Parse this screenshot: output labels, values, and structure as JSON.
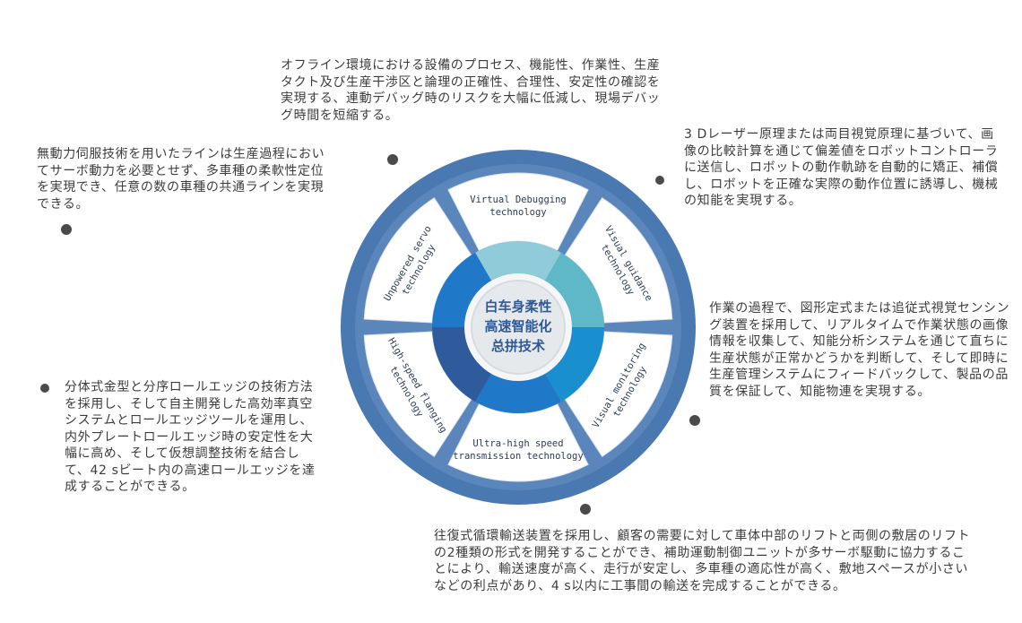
{
  "diagram": {
    "center_lines": [
      "白车身柔性",
      "高速智能化",
      "总拼技术"
    ],
    "segments": [
      {
        "id": "virtual-debugging",
        "lines": [
          "Virtual Debugging",
          "technology"
        ]
      },
      {
        "id": "visual-guidance",
        "lines": [
          "Visual guidance",
          "technology"
        ]
      },
      {
        "id": "visual-monitoring",
        "lines": [
          "Visual monitoring",
          "technology"
        ]
      },
      {
        "id": "ultra-high-speed",
        "lines": [
          "Ultra-high speed",
          "transmission technology"
        ]
      },
      {
        "id": "high-speed-flanging",
        "lines": [
          "High-speed flanging",
          "technology"
        ]
      },
      {
        "id": "unpowered-servo",
        "lines": [
          "Unpowered servo",
          "technology"
        ]
      }
    ],
    "colors": {
      "outer_ring": "#4a78b0",
      "panel_fill": "#ffffff",
      "light_teal": "#8fcbd8",
      "teal": "#5fb8c8",
      "cyan": "#1a8fd0",
      "blue": "#1f78c8",
      "dark_blue": "#2f5a9c",
      "core_outer": "#e9ecef",
      "core_text": "#2f5a96"
    }
  },
  "descriptions": {
    "top": "オフライン環境における設備のプロセス、機能性、作業性、生産タクト及び生産干渉区と論理の正確性、合理性、安定性の確認を実現する、連動デバッグ時のリスクを大幅に低減し、現場デバッグ時間を短縮する。",
    "left_top": "無動力伺服技術を用いたラインは生産過程においてサーボ動力を必要とせず、多車種の柔軟性定位を実現でき、任意の数の車種の共通ラインを実現できる。",
    "right_top": "3 Dレーザー原理または両目視覚原理に基づいて、画像の比較計算を通じて偏差値をロボットコントローラに送信し、ロボットの動作軌跡を自動的に矯正、補償し、ロボットを正確な実際の動作位置に誘導し、機械の知能を実現する。",
    "right_mid": "作業の過程で、図形定式または追従式視覚センシング装置を採用して、リアルタイムで作業状態の画像情報を収集して、知能分析システムを通じて直ちに生産状態が正常かどうかを判断して、そして即時に生産管理システムにフィードバックして、製品の品質を保証して、知能物連を実現する。",
    "left_bottom": "分体式金型と分序ロールエッジの技術方法を採用し、そして自主開発した高効率真空システムとロールエッジツールを運用し、内外プレートロールエッジ時の安定性を大幅に高め、そして仮想調整技術を結合して、42 sビート内の高速ロールエッジを達成することができる。",
    "bottom": "往復式循環輸送装置を採用し、顧客の需要に対して車体中部のリフトと両側の敷居のリフトの2種類の形式を開発することができ、補助運動制御ユニットが多サーボ駆動に協力することにより、輸送速度が高く、走行が安定し、多車種の適応性が高く、敷地スペースが小さいなどの利点があり、4 s以内に工事間の輸送を完成することができる。"
  }
}
